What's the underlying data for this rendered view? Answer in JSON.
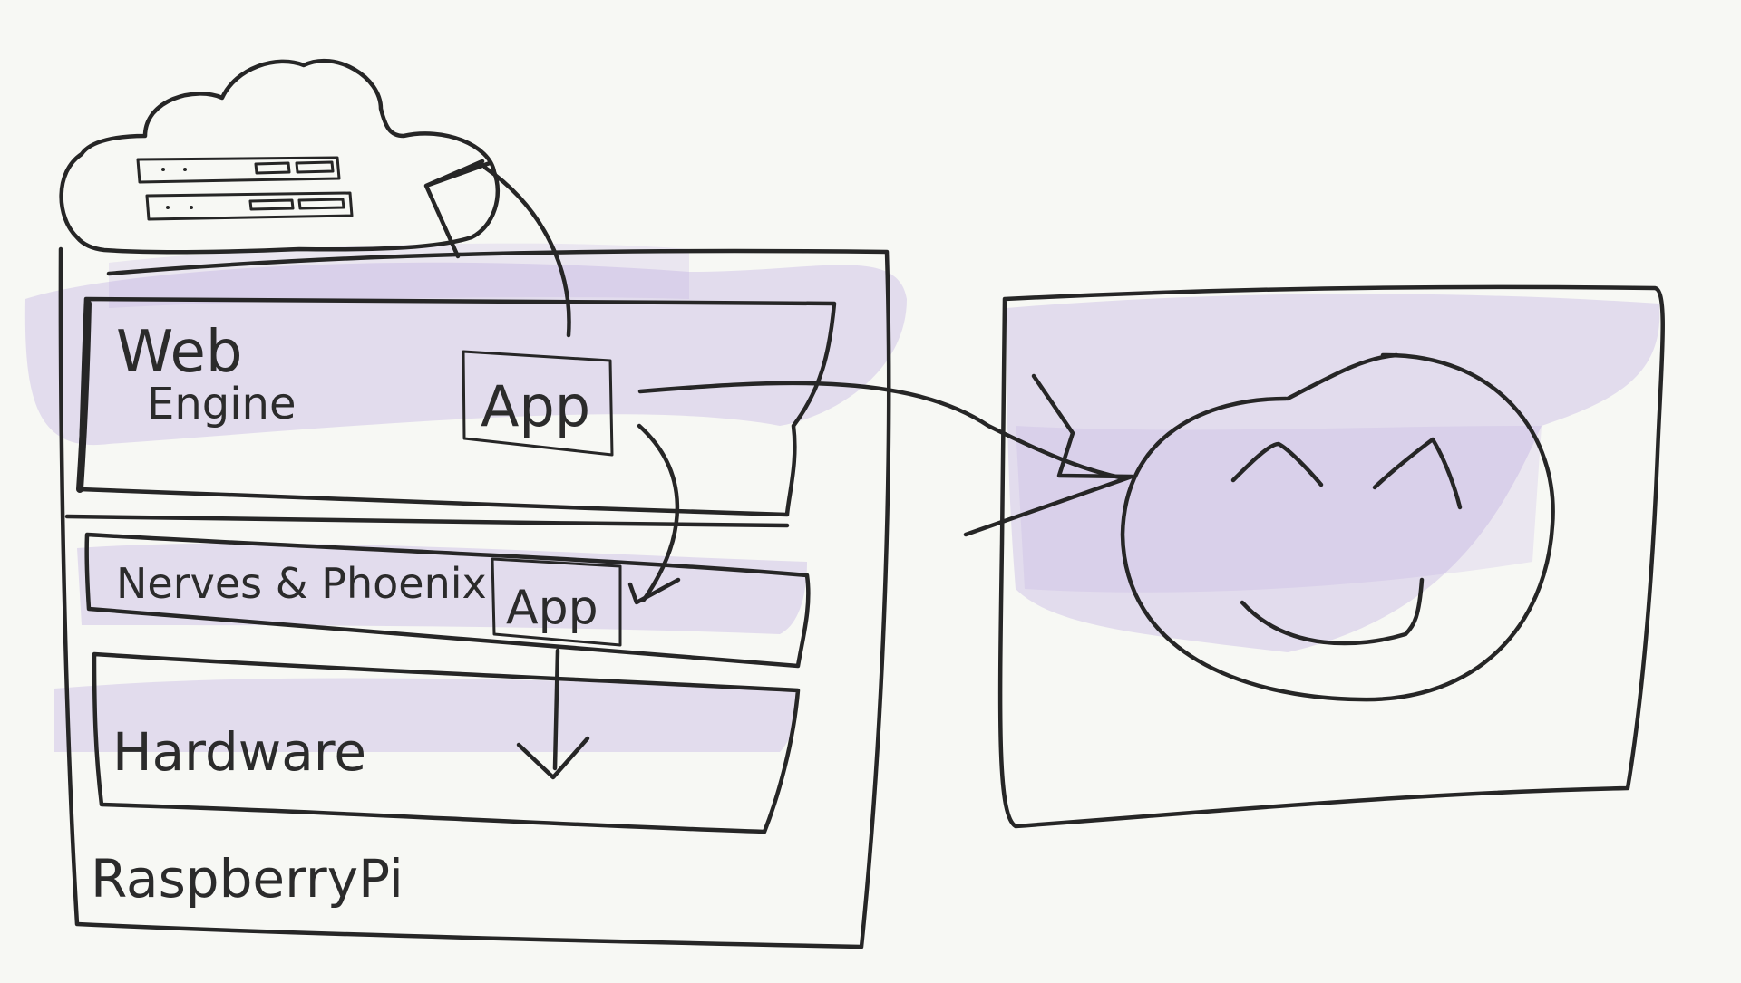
{
  "diagram": {
    "labels": {
      "web_engine_line1": "Web",
      "web_engine_line2": "Engine",
      "app_top": "App",
      "nerves_phoenix": "Nerves & Phoenix",
      "app_middle": "App",
      "hardware": "Hardware",
      "raspberry_pi": "RaspberryPi"
    },
    "icons": {
      "cloud": "cloud-icon",
      "servers": "server-rack-icon",
      "display": "display-screen",
      "face": "smiling-face-icon"
    },
    "colors": {
      "background": "#f7f8f4",
      "ink": "#262626",
      "highlight": "#b8a2e0"
    }
  }
}
